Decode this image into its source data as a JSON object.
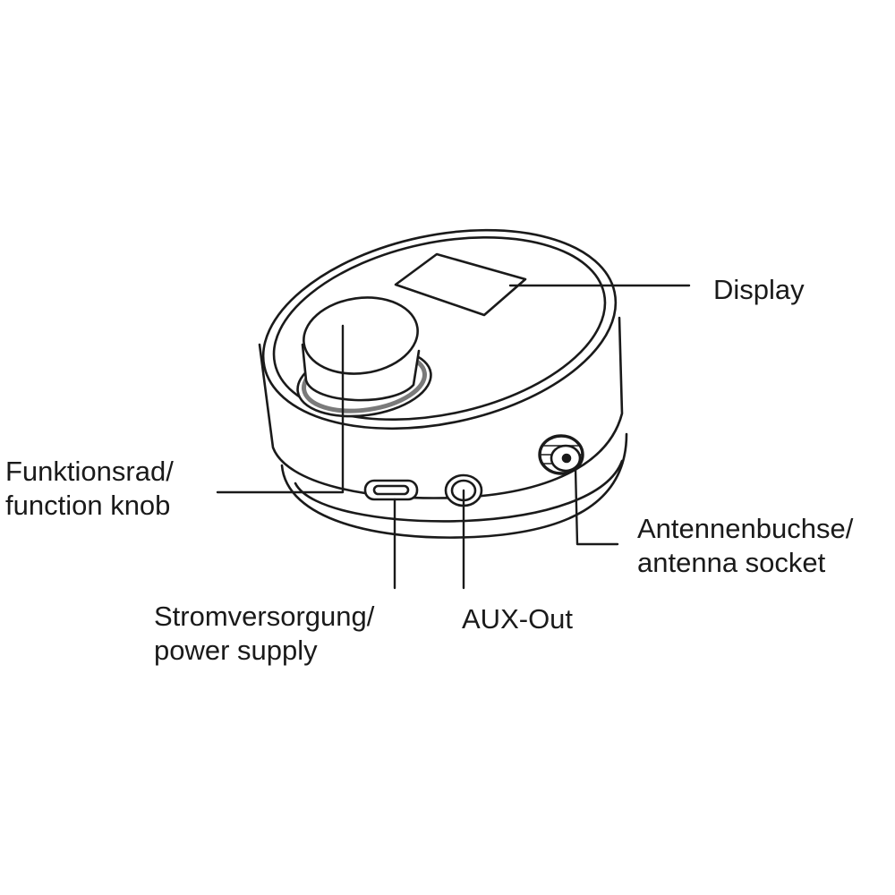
{
  "labels": {
    "display": [
      "Display"
    ],
    "function_knob": [
      "Funktionsrad/",
      "function knob"
    ],
    "antenna_socket": [
      "Antennenbuchse/",
      "antenna socket"
    ],
    "power_supply": [
      "Stromversorgung/",
      "power supply"
    ],
    "aux_out": [
      "AUX-Out"
    ]
  },
  "colors": {
    "stroke": "#1a1a1a",
    "body_fill": "#ffffff",
    "ring_shade": "#7a7a7a"
  }
}
